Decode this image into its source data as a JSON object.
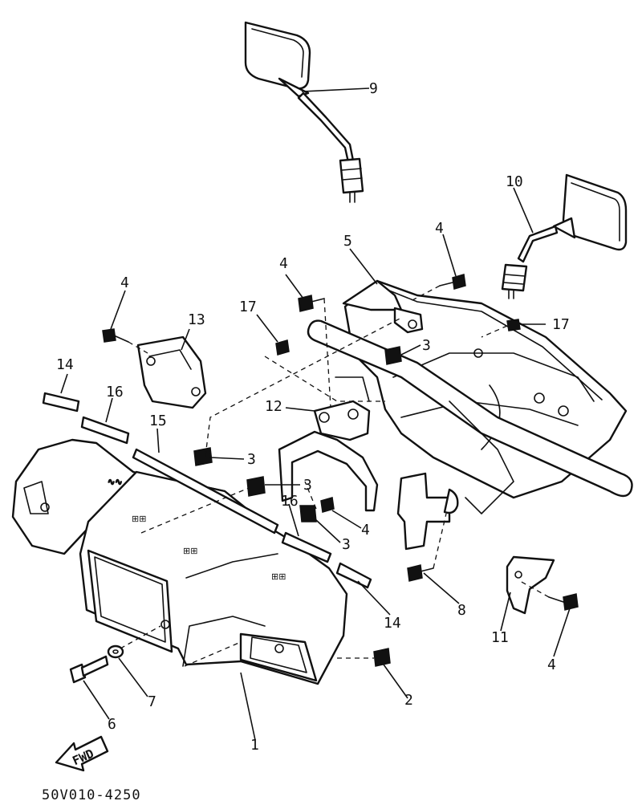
{
  "diagram": {
    "code": "50V010-4250",
    "fwd_label": "FWD",
    "callouts": [
      "1",
      "2",
      "3",
      "3",
      "3",
      "3",
      "4",
      "4",
      "4",
      "4",
      "4",
      "5",
      "6",
      "7",
      "8",
      "9",
      "10",
      "11",
      "12",
      "13",
      "14",
      "14",
      "15",
      "16",
      "16",
      "17",
      "17"
    ]
  }
}
